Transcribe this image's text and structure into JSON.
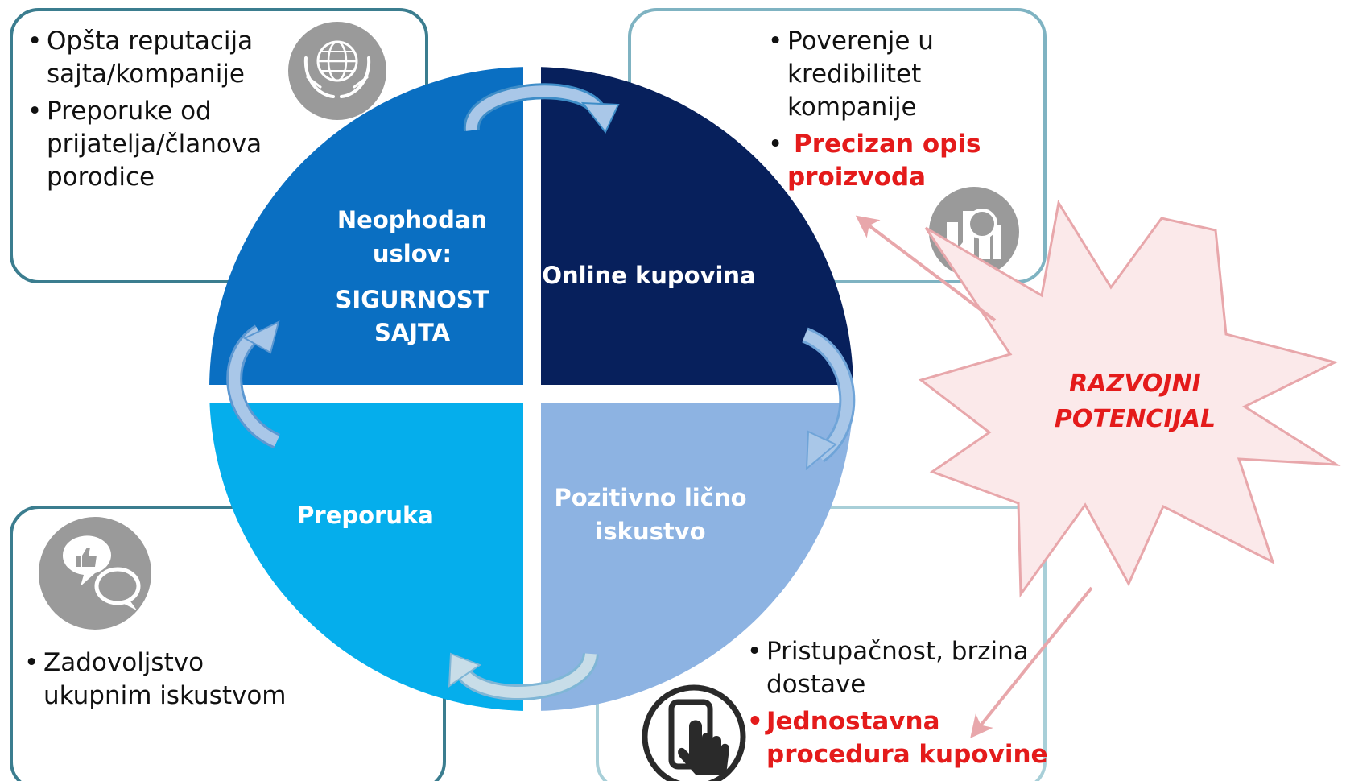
{
  "colors": {
    "top_left_quadrant": "#0a6fc2",
    "top_right_quadrant": "#07205c",
    "bottom_left_quadrant": "#05aeec",
    "bottom_right_quadrant": "#8db3e2",
    "box_border": "#3b7d8f",
    "box_border_light": "#a8cfd8",
    "icon_gray": "#9a9a9a",
    "highlight_red": "#e41b1b",
    "burst_fill": "#fbe9ea",
    "burst_stroke": "#e8a7ab",
    "cycle_arrow": "#a9c7e8"
  },
  "quadrants": {
    "top_left": {
      "line1": "Neophodan",
      "line2": "uslov:",
      "line3": "SIGURNOST",
      "line4": "SAJTA"
    },
    "top_right": {
      "line1": "Online kupovina"
    },
    "bottom_left": {
      "line1": "Preporuka"
    },
    "bottom_right": {
      "line1": "Pozitivno lično",
      "line2": "iskustvo"
    }
  },
  "boxes": {
    "top_left": {
      "icon": "globe-in-hands-icon",
      "bullet1_line1": "Opšta reputacija",
      "bullet1_line2": "sajta/kompanije",
      "bullet2_line1": "Preporuke od",
      "bullet2_line2": "prijatelja/članova",
      "bullet2_line3": "porodice"
    },
    "top_right": {
      "icon": "chart-magnifier-icon",
      "bullet1_line1": "Poverenje u",
      "bullet1_line2": "kredibilitet",
      "bullet1_line3": "kompanije",
      "bullet2_line1": "Precizan opis",
      "bullet2_line2": "proizvoda"
    },
    "bottom_left": {
      "icon": "speech-bubbles-thumbs-up-icon",
      "bullet1_line1": "Zadovoljstvo",
      "bullet1_line2": "ukupnim iskustvom"
    },
    "bottom_right": {
      "icon": "touch-phone-icon",
      "bullet1_line1": "Pristupačnost, brzina",
      "bullet1_line2": "dostave",
      "bullet2_line1": "Jednostavna",
      "bullet2_line2": "procedura kupovine"
    }
  },
  "burst": {
    "line1": "RAZVOJNI",
    "line2": "POTENCIJAL"
  }
}
